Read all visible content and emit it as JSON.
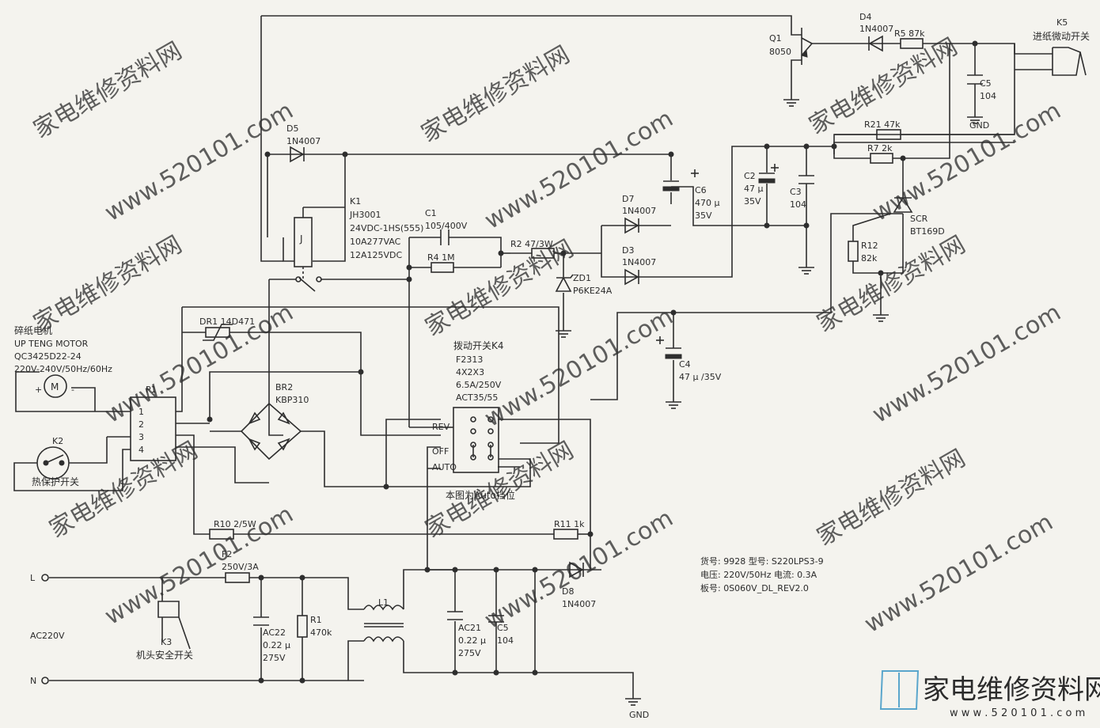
{
  "motor": {
    "title": "碎纸电机",
    "brand": "UP TENG MOTOR",
    "model": "QC3425D22-24",
    "rating": "220V-240V/50Hz/60Hz",
    "symbol": "M",
    "plus": "+",
    "minus": "-"
  },
  "parts": {
    "q1_ref": "Q1",
    "q1_val": "8050",
    "d4_ref": "D4",
    "d4_val": "1N4007",
    "r5": "R5  87k",
    "k5_ref": "K5",
    "k5_name": "进纸微动开关",
    "c5_top_ref": "C5",
    "c5_top_val": "104",
    "gnd": "GND",
    "d5_ref": "D5",
    "d5_val": "1N4007",
    "k1_ref": "K1",
    "k1_l1": "JH3001",
    "k1_l2": "24VDC-1HS(555)",
    "k1_l3": "10A277VAC",
    "k1_l4": "12A125VDC",
    "relay_coil": "J",
    "c1_ref": "C1",
    "c1_val": "105/400V",
    "r4": "R4  1M",
    "r2": "R2  47/3W",
    "d7_ref": "D7",
    "d7_val": "1N4007",
    "d3_ref": "D3",
    "d3_val": "1N4007",
    "zd1_ref": "ZD1",
    "zd1_val": "P6KE24A",
    "c6_ref": "C6",
    "c6_val1": "470 μ",
    "c6_val2": "35V",
    "c2_ref": "C2",
    "c2_val1": "47 μ",
    "c2_val2": "35V",
    "c3_ref": "C3",
    "c3_val": "104",
    "r21": "R21  47k",
    "r7": "R7  2k",
    "scr_ref": "SCR",
    "scr_val": "BT169D",
    "r12_ref": "R12",
    "r12_val": "82k",
    "dr1": "DR1  14D471",
    "br2_ref": "BR2",
    "br2_val": "KBP310",
    "p1_ref": "P1",
    "p1_pins": [
      "1",
      "2",
      "3",
      "4"
    ],
    "k2_ref": "K2",
    "k2_name": "热保护开关",
    "k4_title": "拨动开关K4",
    "k4_l1": "F2313",
    "k4_l2": "4X2X3",
    "k4_l3": "6.5A/250V",
    "k4_l4": "ACT35/55",
    "k4_rev": "REV",
    "k4_off": "OFF",
    "k4_auto": "AUTO",
    "k4_note": "本图为Auto挡位",
    "c4_ref": "C4",
    "c4_val": "47 μ /35V",
    "r10": "R10  2/5W",
    "r11": "R11  1k",
    "f2_ref": "F2",
    "f2_val": "250V/3A",
    "l_terminal": "L",
    "n_terminal": "N",
    "ac_label": "AC220V",
    "k3_ref": "K3",
    "k3_name": "机头安全开关",
    "ac22_ref": "AC22",
    "ac22_val1": "0.22 μ",
    "ac22_val2": "275V",
    "r1_ref": "R1",
    "r1_val": "470k",
    "l1_ref": "L1",
    "ac21_ref": "AC21",
    "ac21_val1": "0.22 μ",
    "ac21_val2": "275V",
    "c5_bot_ref": "C5",
    "c5_bot_val": "104",
    "d8_ref": "D8",
    "d8_val": "1N4007",
    "gnd_bottom": "GND"
  },
  "info": {
    "line1": "货号: 9928  型号: S220LPS3-9",
    "line2": "电压: 220V/50Hz  电流: 0.3A",
    "line3": "板号: 0S060V_DL_REV2.0"
  },
  "watermark": {
    "cn": "家电维修资料网",
    "url": "www.520101.com",
    "logo_cn": "家电维修资料网",
    "logo_url": "w w w . 5 2 0 1 0 1 . c o m"
  }
}
